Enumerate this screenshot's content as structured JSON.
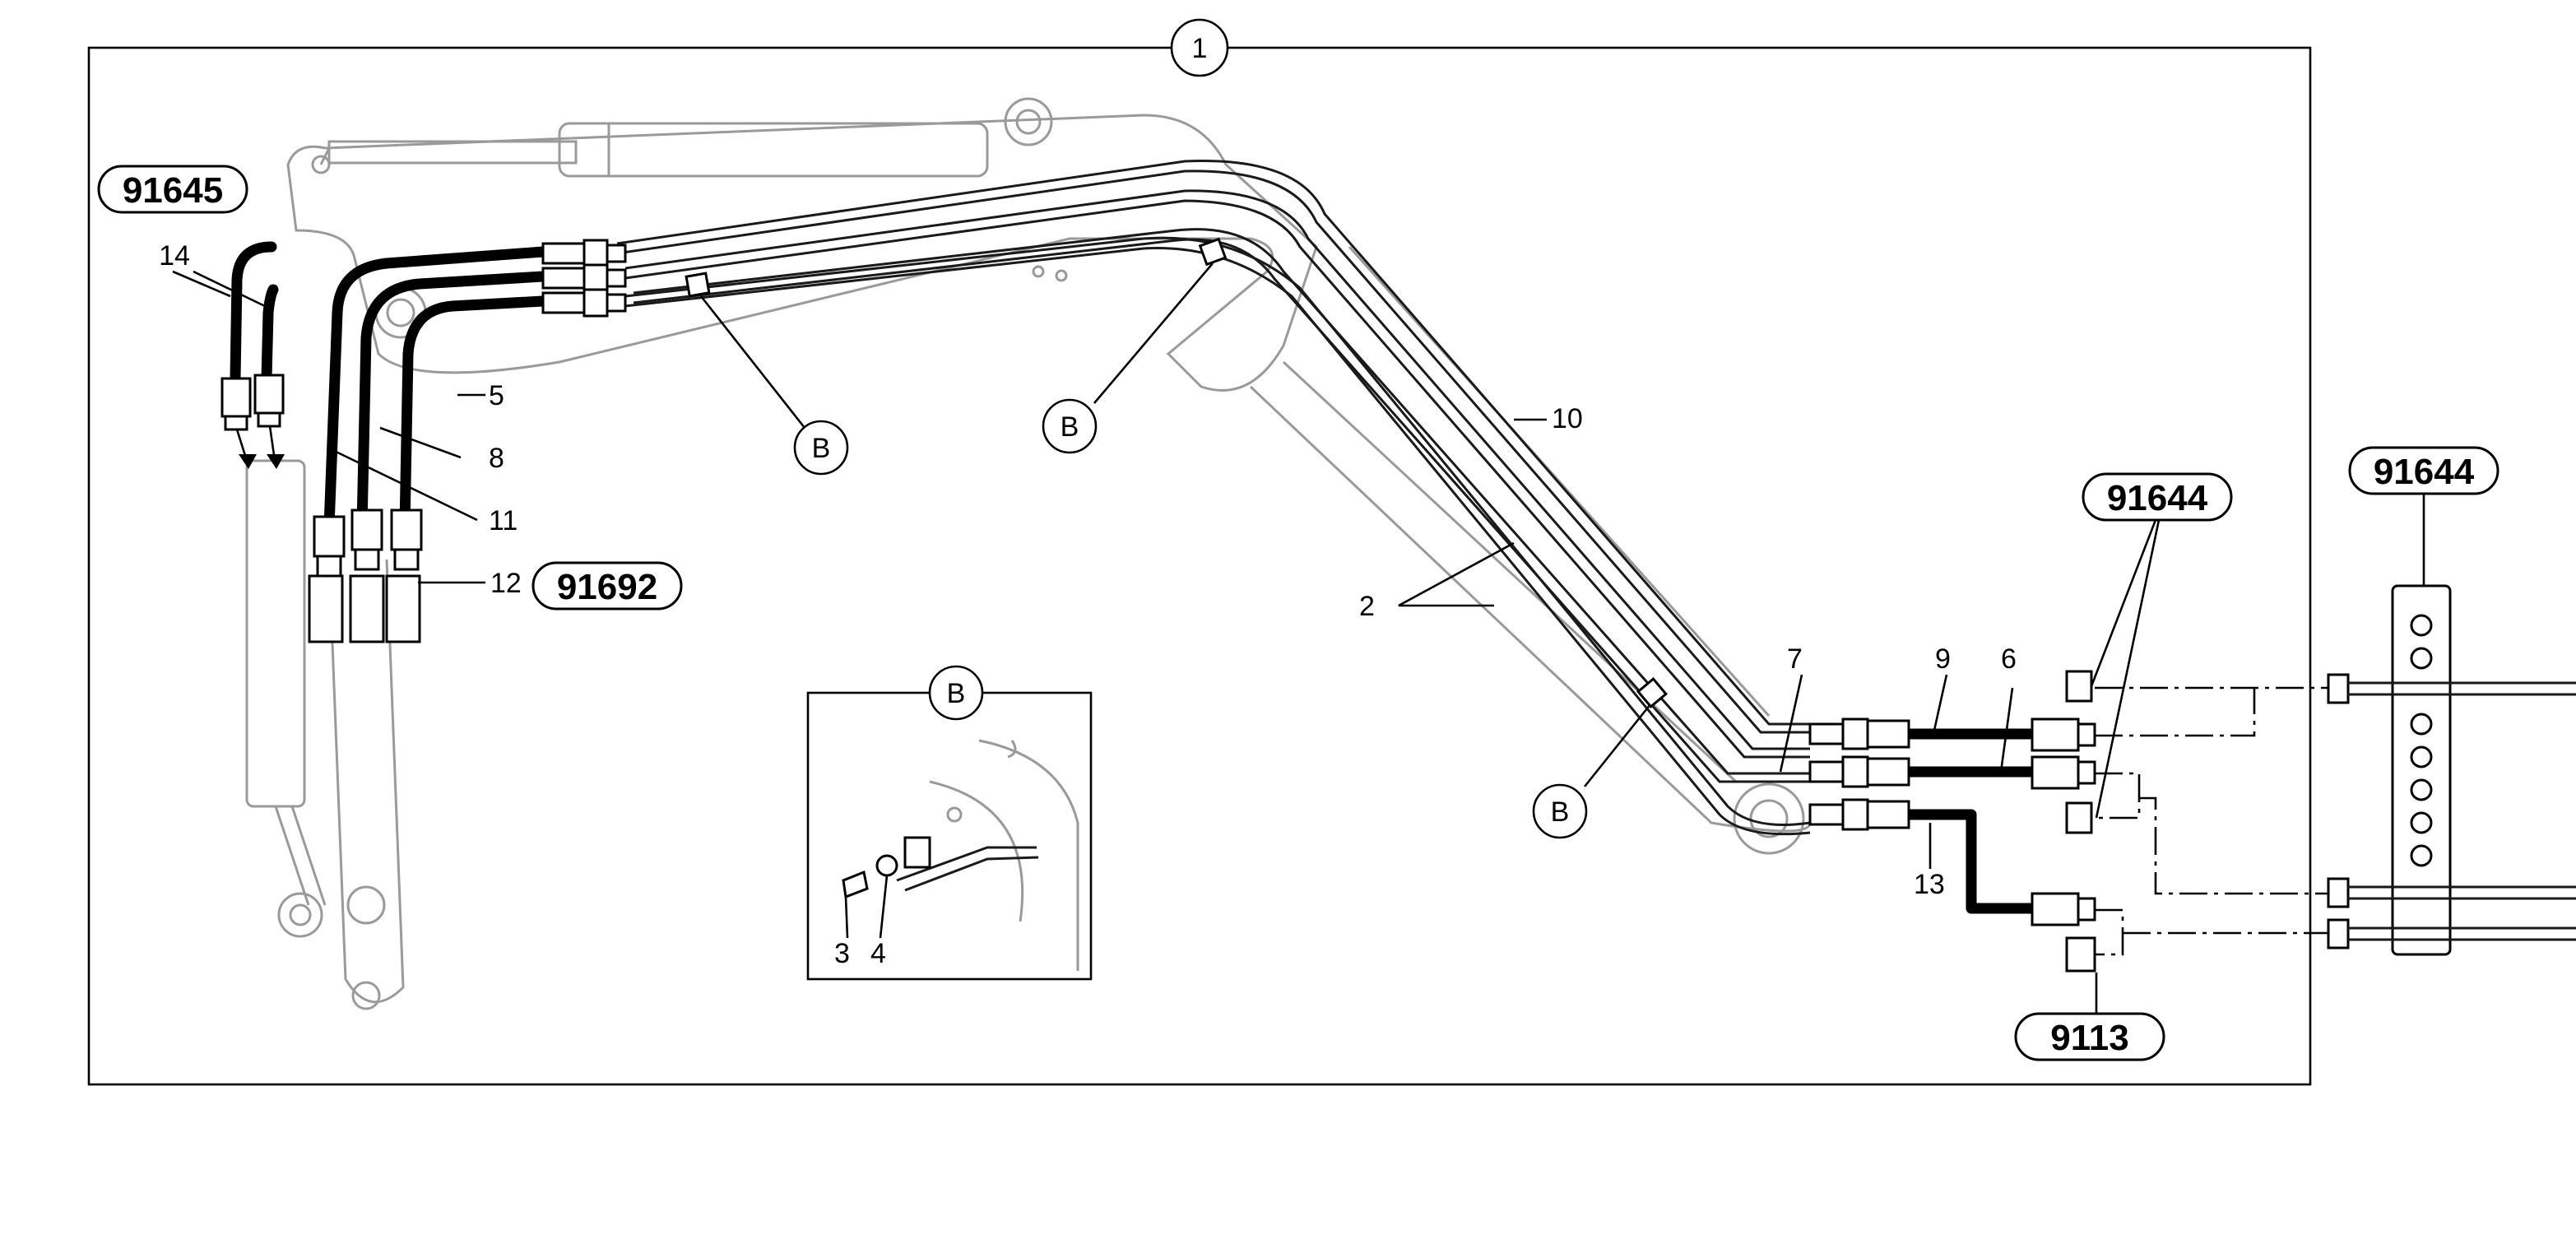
{
  "assembly_label": "1",
  "part_codes": {
    "c91645": "91645",
    "c91692": "91692",
    "c91644_a": "91644",
    "c91644_b": "91644",
    "c9113": "9113"
  },
  "item_numbers": {
    "n14": "14",
    "n5": "5",
    "n8": "8",
    "n11": "11",
    "n12": "12",
    "n10": "10",
    "n2": "2",
    "n7": "7",
    "n9": "9",
    "n6": "6",
    "n13": "13",
    "n3": "3",
    "n4": "4"
  },
  "detail_label": "B",
  "clamp_labels": [
    "B",
    "B",
    "B"
  ]
}
